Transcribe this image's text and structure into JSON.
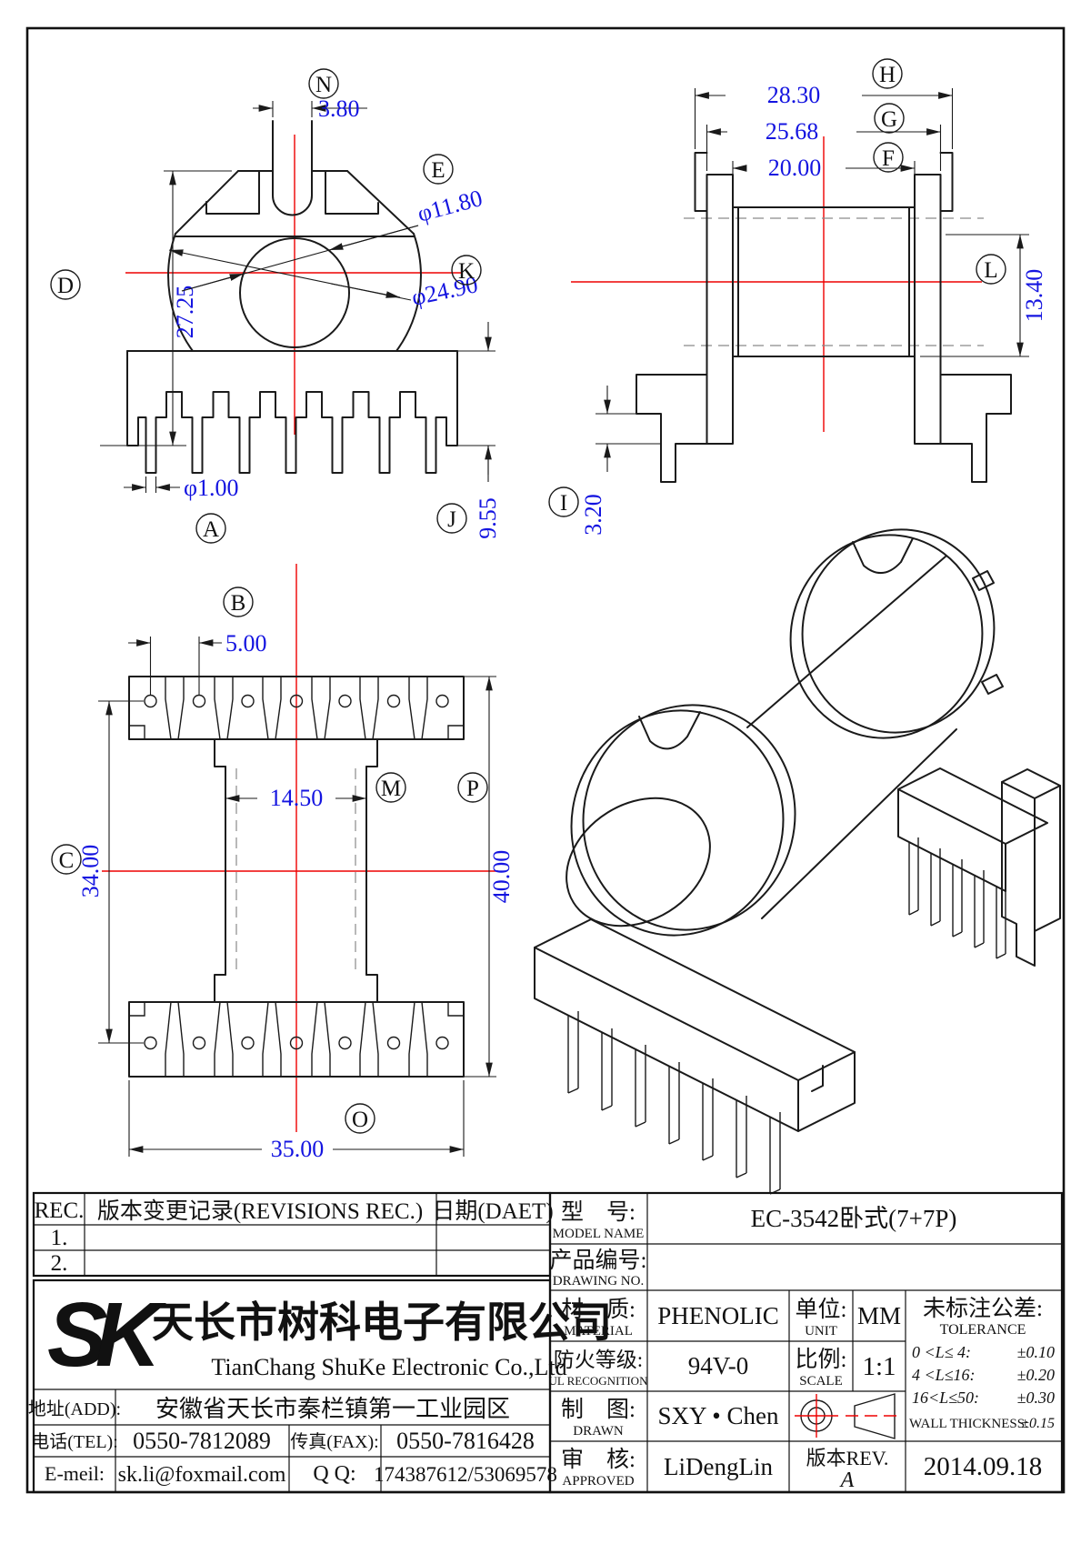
{
  "front": {
    "balloons": {
      "n": "N",
      "e": "E",
      "d": "D",
      "k": "K",
      "j": "J",
      "a": "A"
    },
    "dims": {
      "slot_width": "3.80",
      "overall_height": "27.25",
      "core_hole": "φ11.80",
      "flange_od": "φ24.90",
      "pin_dia": "φ1.00",
      "base_height": "9.55"
    }
  },
  "side": {
    "balloons": {
      "h": "H",
      "g": "G",
      "f": "F",
      "l": "L",
      "i": "I"
    },
    "dims": {
      "overall_width": "28.30",
      "flange_span": "25.68",
      "window_width": "20.00",
      "bobbin_height": "13.40",
      "standoff": "3.20"
    }
  },
  "plan": {
    "balloons": {
      "b": "B",
      "c": "C",
      "m": "M",
      "p": "P",
      "o": "O"
    },
    "dims": {
      "pin_pitch": "5.00",
      "pin_row_span": "34.00",
      "tube_width": "14.50",
      "overall_length": "40.00",
      "base_width": "35.00"
    }
  },
  "revisions": {
    "col_rec": "REC.",
    "col_desc": "版本变更记录(REVISIONS REC.)",
    "col_date": "日期(DAET)",
    "rows": [
      "1.",
      "2."
    ]
  },
  "title_block": {
    "model_label": "型　号:",
    "model_sub": "MODEL NAME",
    "model_value": "EC-3542卧式(7+7P)",
    "drawing_label": "产品编号:",
    "drawing_sub": "DRAWING NO.",
    "drawing_value": "",
    "material_label": "材　质:",
    "material_sub": "MATERIAL",
    "material_value": "PHENOLIC",
    "unit_label": "单位:",
    "unit_sub": "UNIT",
    "unit_value": "MM",
    "fire_label": "防火等级:",
    "fire_sub": "UL RECOGNITION",
    "fire_value": "94V-0",
    "scale_label": "比例:",
    "scale_sub": "SCALE",
    "scale_value": "1:1",
    "drawn_label": "制　图:",
    "drawn_sub": "DRAWN",
    "drawn_value": "SXY • Chen",
    "approved_label": "审　核:",
    "approved_sub": "APPROVED",
    "approved_value": "LiDengLin",
    "rev_label": "版本REV.",
    "rev_value": "A",
    "date_value": "2014.09.18",
    "tol_title": "未标注公差:",
    "tol_sub": "TOLERANCE",
    "tol_rows": [
      {
        "range": "0 <L≤ 4:",
        "value": "±0.10"
      },
      {
        "range": "4 <L≤16:",
        "value": "±0.20"
      },
      {
        "range": "16<L≤50:",
        "value": "±0.30"
      },
      {
        "range": "WALL THICKNESS:",
        "value": "±0.15"
      }
    ]
  },
  "company": {
    "logo": "SK",
    "name_cn": "天长市树科电子有限公司",
    "name_en": "TianChang ShuKe Electronic Co.,Ltd",
    "addr_label": "地址(ADD):",
    "addr_value": "安徽省天长市秦栏镇第一工业园区",
    "tel_label": "电话(TEL):",
    "tel_value": "0550-7812089",
    "fax_label": "传真(FAX):",
    "fax_value": "0550-7816428",
    "email_label": "E-meil:",
    "email_value": "sk.li@foxmail.com",
    "qq_label": "Q Q:",
    "qq_value": "174387612/53069578"
  }
}
